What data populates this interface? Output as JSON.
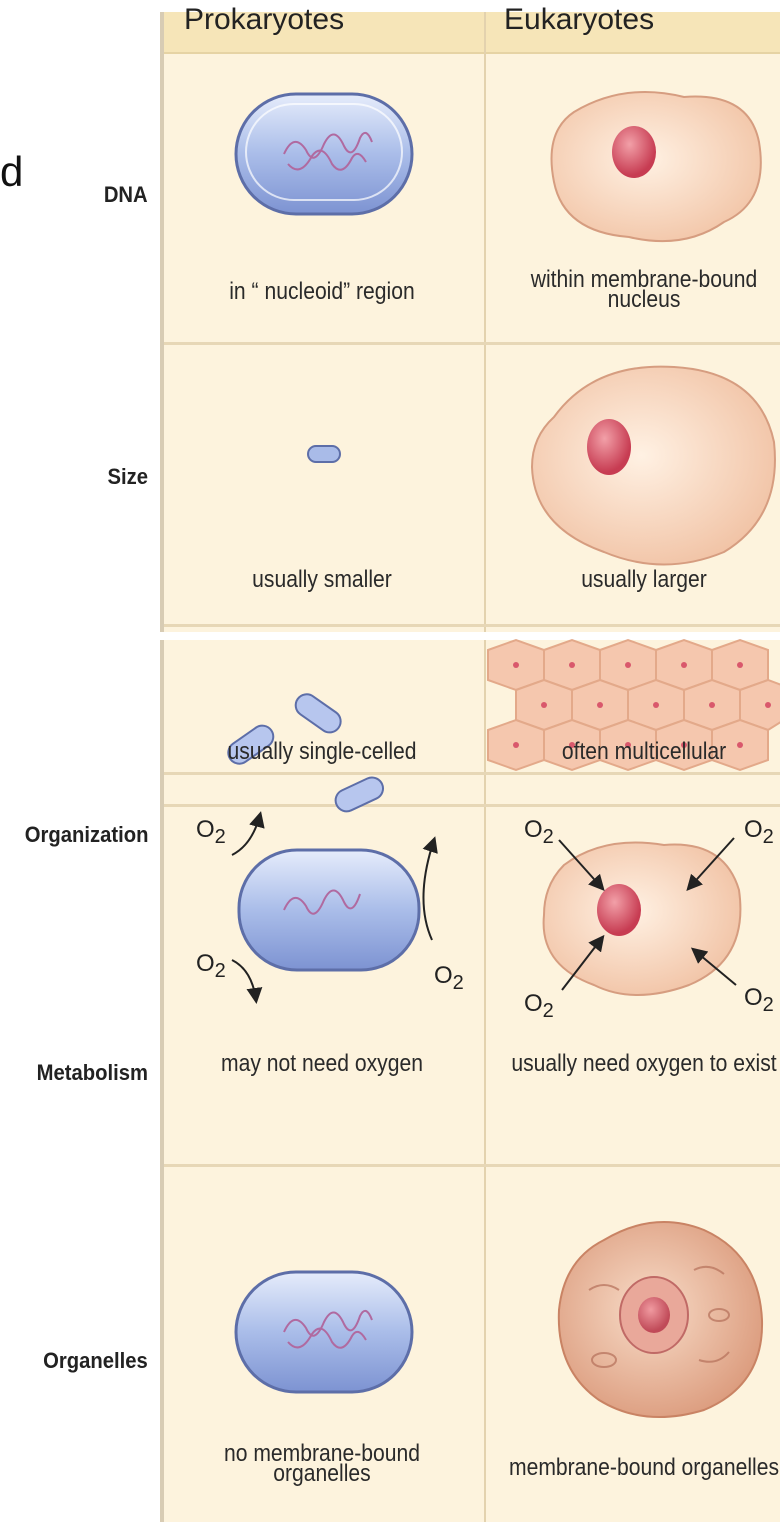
{
  "stray_text": "d",
  "columns": {
    "prokaryotes": "Prokaryotes",
    "eukaryotes": "Eukaryotes"
  },
  "rows": [
    {
      "label": "DNA",
      "prokaryote": "in “ nucleoid” region",
      "eukaryote_line1": "within membrane-bound",
      "eukaryote_line2": "nucleus"
    },
    {
      "label": "Size",
      "prokaryote": "usually smaller",
      "eukaryote": "usually larger"
    },
    {
      "label": "Organization",
      "prokaryote": "usually single-celled",
      "eukaryote": "often multicellular"
    },
    {
      "label": "Metabolism",
      "prokaryote": "may not need oxygen",
      "eukaryote": "usually need oxygen to exist"
    },
    {
      "label": "Organelles",
      "prokaryote_line1": "no membrane-bound",
      "prokaryote_line2": "organelles",
      "eukaryote": "membrane-bound organelles"
    }
  ],
  "oxygen_label": "O",
  "oxygen_subscript": "2"
}
